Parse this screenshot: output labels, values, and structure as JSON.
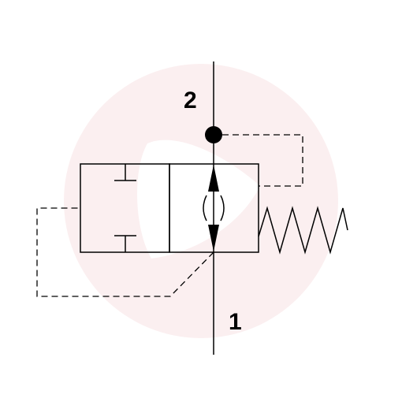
{
  "diagram": {
    "symbol": "hydraulic-flow-control-valve",
    "ports": {
      "top_label": "2",
      "bottom_label": "1"
    },
    "watermark": "logo-watermark",
    "colors": {
      "line": "#000000",
      "watermark": "#fbeff0",
      "watermark_inner": "#ffffff",
      "background": "#ffffff"
    }
  }
}
